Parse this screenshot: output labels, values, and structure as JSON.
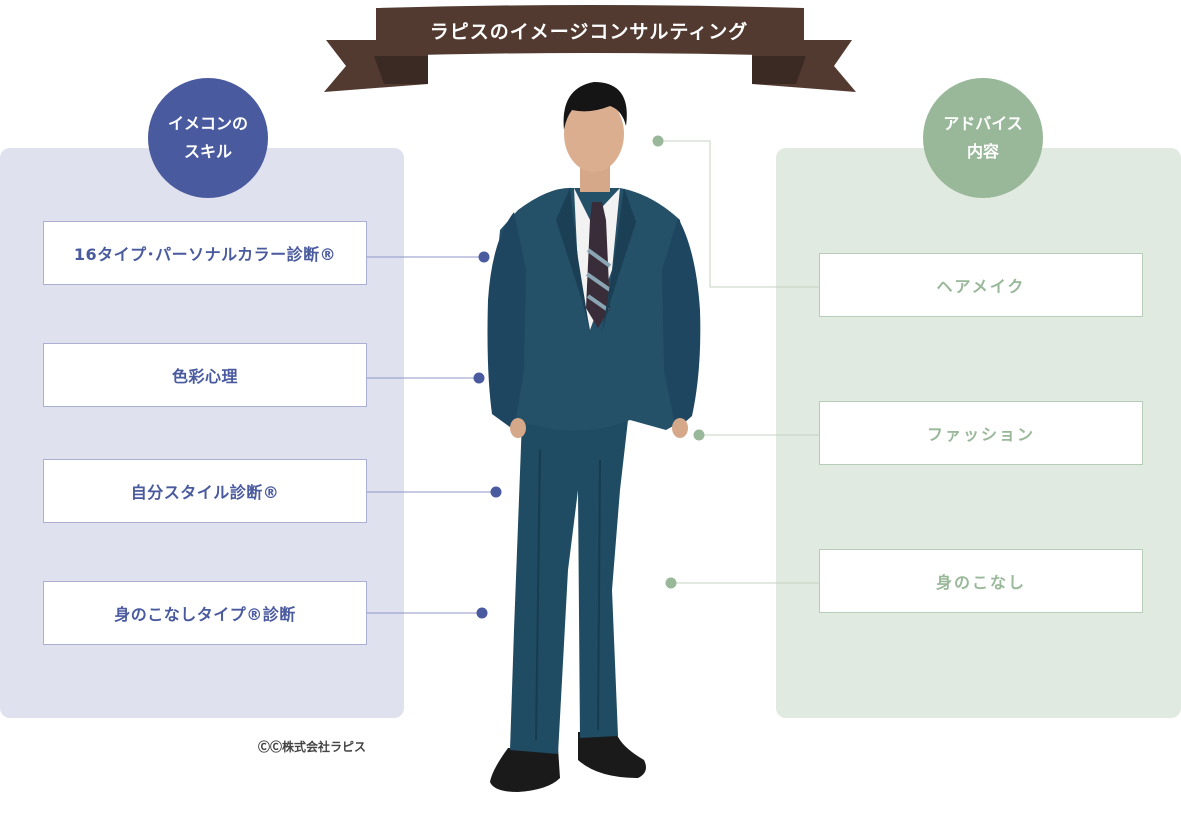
{
  "banner": {
    "title": "ラピスのイメージコンサルティング"
  },
  "skills": {
    "heading": "イメコンの\nスキル",
    "items": [
      {
        "label": "16タイプ･パーソナルカラー診断®"
      },
      {
        "label": "色彩心理"
      },
      {
        "label": "自分スタイル診断®"
      },
      {
        "label": "身のこなしタイプ®診断"
      }
    ]
  },
  "advice": {
    "heading": "アドバイス\n内容",
    "items": [
      {
        "label": "ヘアメイク"
      },
      {
        "label": "ファッション"
      },
      {
        "label": "身のこなし"
      }
    ]
  },
  "copyright": "ⒸⒸ株式会社ラピス",
  "colors": {
    "skill_accent": "#4a5a9e",
    "skill_panel": "#dfe1ef",
    "advice_accent": "#99b899",
    "advice_panel": "#e1eae1",
    "ribbon": "#523a31",
    "ribbon_dark": "#3b2923"
  }
}
